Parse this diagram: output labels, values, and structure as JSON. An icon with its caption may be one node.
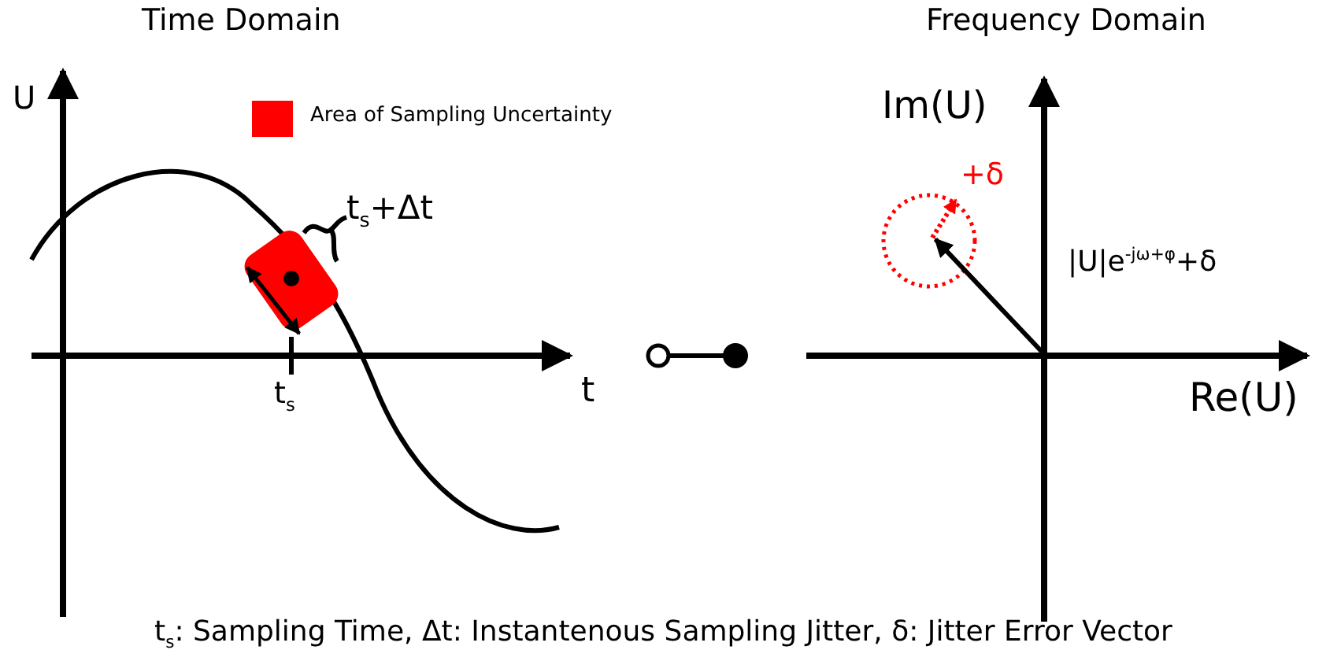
{
  "diagram": {
    "caption": "t$_{s}$: Sampling Time, Δt: Instantenous Sampling Jitter, δ: Jitter Error Vector",
    "labels": [
      "Time Domain",
      "Frequency Domain",
      "U",
      "t$_{s}$+Δt",
      "t",
      "t$_{s}$",
      "Im(U)",
      "+δ",
      "|U|e$^{-jω+φ}$+δ",
      "Re(U)"
    ],
    "legend": [
      {
        "text": "Area of Sampling Uncertainty",
        "color": "#ff0000"
      }
    ]
  }
}
